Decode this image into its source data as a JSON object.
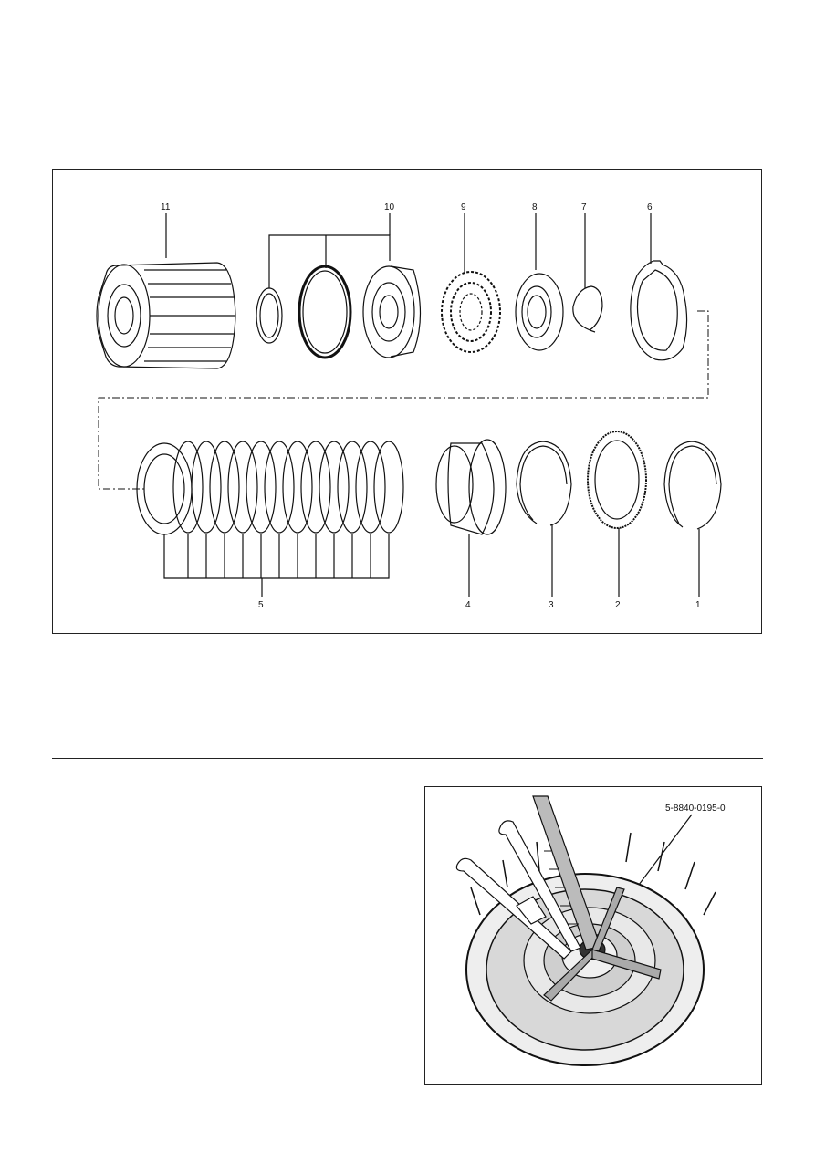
{
  "exploded_view": {
    "callouts": [
      "11",
      "10",
      "9",
      "8",
      "7",
      "6",
      "5",
      "4",
      "3",
      "2",
      "1"
    ]
  },
  "tool_view": {
    "tool_number": "5-8840-0195-0"
  }
}
